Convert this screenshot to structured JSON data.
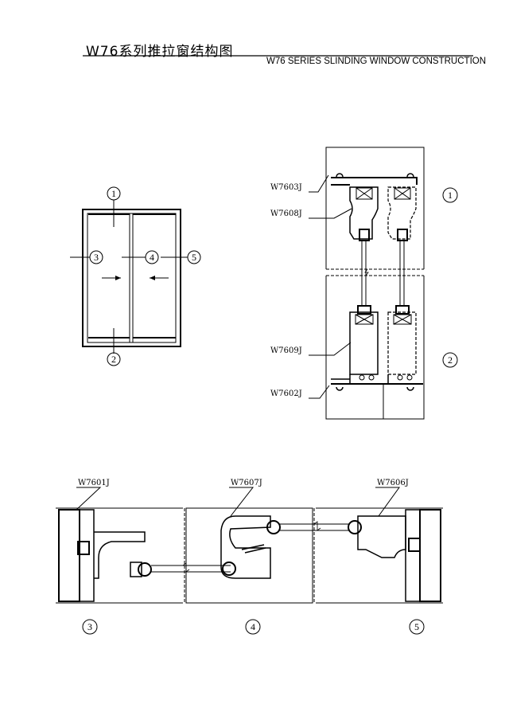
{
  "title": {
    "zh": "W76系列推拉窗结构图",
    "en": "W76 SERIES SLINDING WINDOW CONSTRUCTION"
  },
  "markers": {
    "m1": "1",
    "m2": "2",
    "m3": "3",
    "m4": "4",
    "m5": "5",
    "v1": "1",
    "v2": "2",
    "b3": "3",
    "b4": "4",
    "b5": "5"
  },
  "parts": {
    "top_frame": "W7603J",
    "top_sash": "W7608J",
    "bottom_sash": "W7609J",
    "bottom_frame": "W7602J",
    "side_frame": "W7601J",
    "meeting_stile": "W7607J",
    "side_sash": "W7606J"
  }
}
